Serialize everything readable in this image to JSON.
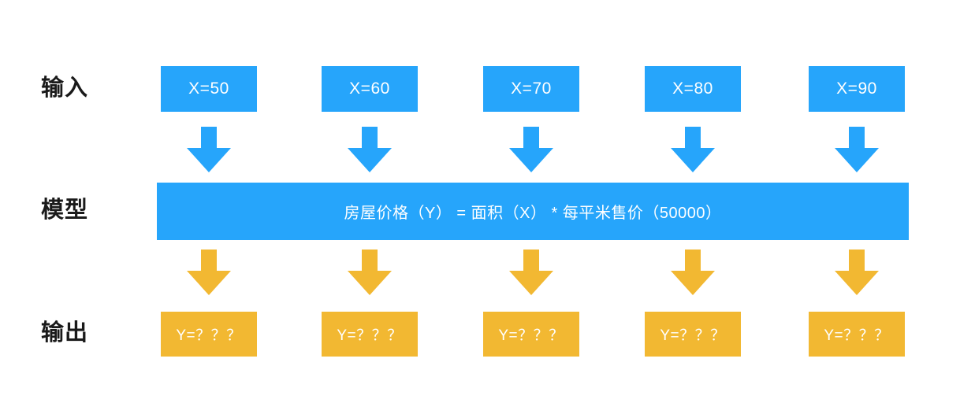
{
  "diagram": {
    "title_rows": {
      "input_label": "输入",
      "model_label": "模型",
      "output_label": "输出"
    },
    "colors": {
      "blue": "#26a5fb",
      "yellow": "#f2b832",
      "text_dark": "#1a1a1a",
      "box_text": "#ffffff",
      "background": "#ffffff"
    },
    "model": {
      "formula": "房屋价格（Y） = 面积（X） * 每平米售价（50000）",
      "price_per_sqm": "50000",
      "output_variable": "Y",
      "input_variable": "X"
    },
    "columns": [
      {
        "input": "X=50",
        "output": "Y=？？？",
        "x_value": "50"
      },
      {
        "input": "X=60",
        "output": "Y=？？？",
        "x_value": "60"
      },
      {
        "input": "X=70",
        "output": "Y=？？？",
        "x_value": "70"
      },
      {
        "input": "X=80",
        "output": "Y=？？？",
        "x_value": "80"
      },
      {
        "input": "X=90",
        "output": "Y=？？？",
        "x_value": "90"
      }
    ],
    "arrows": {
      "input_to_model_icon": "arrow-down-icon",
      "model_to_output_icon": "arrow-down-icon"
    }
  }
}
